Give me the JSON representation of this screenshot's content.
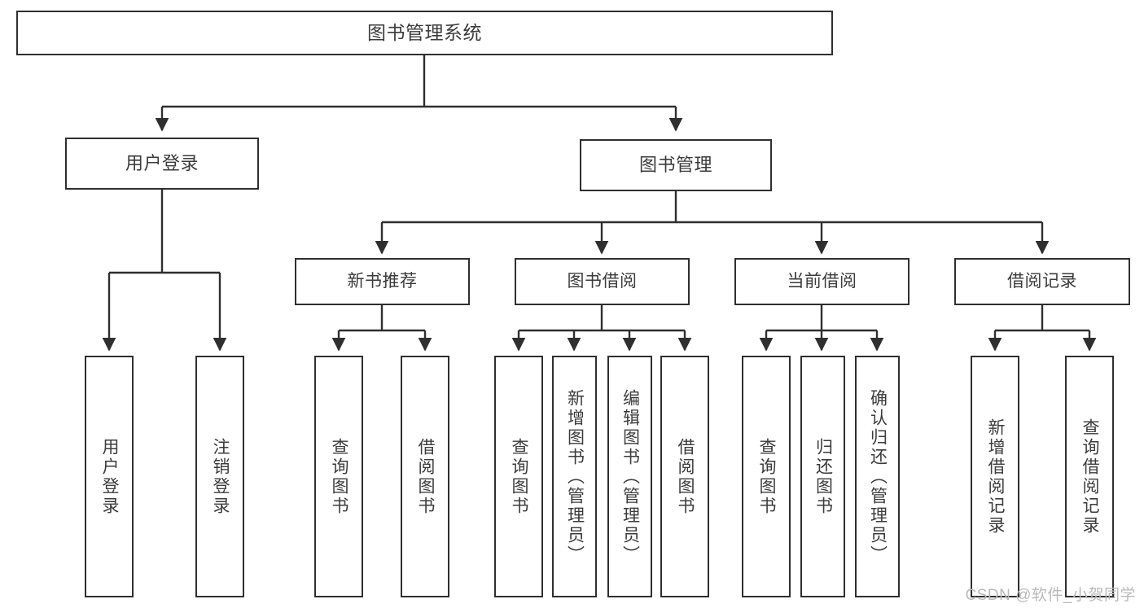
{
  "diagram": {
    "type": "tree-hierarchy",
    "title": "图书管理系统",
    "line_color": "#2f2f2f",
    "box_fill": "#ffffff",
    "text_color": "#3b3b3b",
    "root": {
      "label": "图书管理系统"
    },
    "level1": [
      {
        "label": "用户登录"
      },
      {
        "label": "图书管理"
      }
    ],
    "level2": [
      {
        "label": "新书推荐"
      },
      {
        "label": "图书借阅"
      },
      {
        "label": "当前借阅"
      },
      {
        "label": "借阅记录"
      }
    ],
    "leaves": [
      {
        "label": "用户登录",
        "parent": "用户登录"
      },
      {
        "label": "注销登录",
        "parent": "用户登录"
      },
      {
        "label": "查询图书",
        "parent": "新书推荐"
      },
      {
        "label": "借阅图书",
        "parent": "新书推荐"
      },
      {
        "label": "查询图书",
        "parent": "图书借阅"
      },
      {
        "label": "新增图书（管理员）",
        "parent": "图书借阅"
      },
      {
        "label": "编辑图书（管理员）",
        "parent": "图书借阅"
      },
      {
        "label": "借阅图书",
        "parent": "图书借阅"
      },
      {
        "label": "查询图书",
        "parent": "当前借阅"
      },
      {
        "label": "归还图书",
        "parent": "当前借阅"
      },
      {
        "label": "确认归还（管理员）",
        "parent": "当前借阅"
      },
      {
        "label": "新增借阅记录",
        "parent": "借阅记录"
      },
      {
        "label": "查询借阅记录",
        "parent": "借阅记录"
      }
    ]
  },
  "watermark": {
    "text": "CSDN @软件_小贺同学",
    "color": "#b9b9b9"
  }
}
